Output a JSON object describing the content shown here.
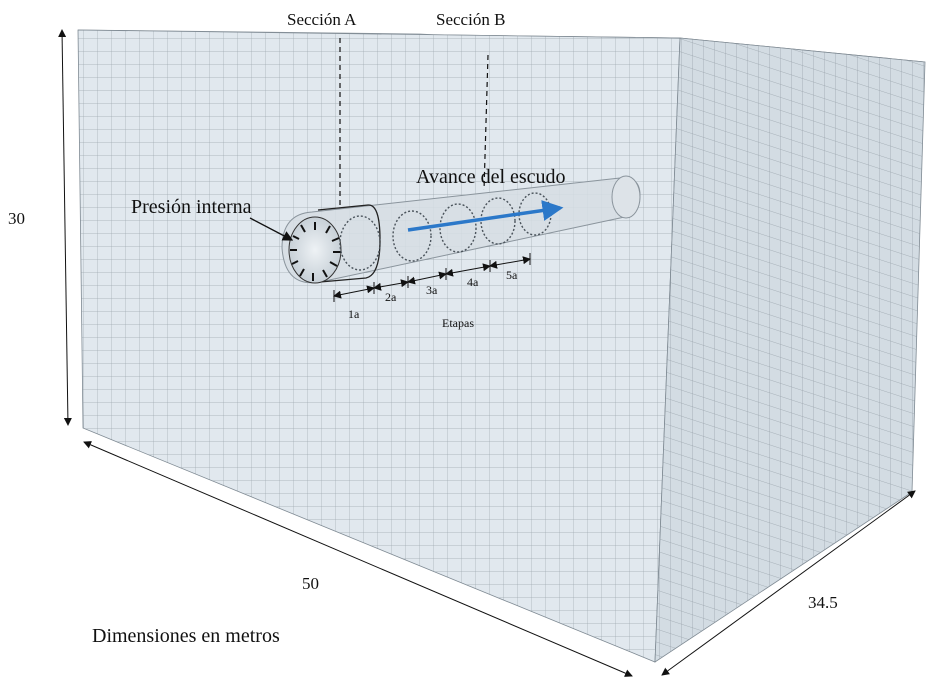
{
  "labels": {
    "section_a": "Sección A",
    "section_b": "Sección B",
    "advance": "Avance del escudo",
    "internal_pressure": "Presión interna",
    "stages_caption": "Etapas",
    "dim_note": "Dimensiones en metros"
  },
  "stages": [
    "1a",
    "2a",
    "3a",
    "4a",
    "5a"
  ],
  "dimensions": {
    "height": "30",
    "length": "50",
    "depth": "34.5"
  },
  "colors": {
    "face": "#dfe6ec",
    "face_side": "#cfd8df",
    "grid": "#9aa3aa",
    "tunnel": "#cfd7de",
    "arrow": "#2b78c9"
  }
}
